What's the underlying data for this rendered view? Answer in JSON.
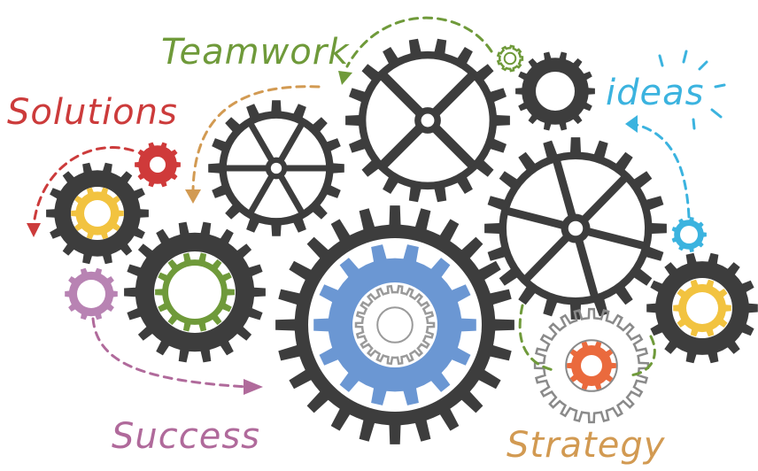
{
  "labels": {
    "teamwork": "Teamwork",
    "solutions": "Solutions",
    "ideas": "ideas",
    "success": "Success",
    "strategy": "Strategy"
  },
  "colors": {
    "gear_dark": "#3d3d3d",
    "teamwork": "#6f9a3a",
    "solutions": "#cc3b3b",
    "ideas": "#3bb3df",
    "success": "#b06a9b",
    "strategy": "#d29a52",
    "blue_gear": "#6b97d3",
    "yellow_gear": "#f2c340",
    "green_gear": "#6f9a3a",
    "red_gear": "#cf3a3a",
    "orange_gear": "#ea6a3d",
    "purple_gear": "#b883b3"
  },
  "icons": {
    "main_graphic": "interlocking-gears-icon",
    "arrow": "dashed-arrow-icon",
    "sparkle": "idea-sparkle-icon"
  }
}
